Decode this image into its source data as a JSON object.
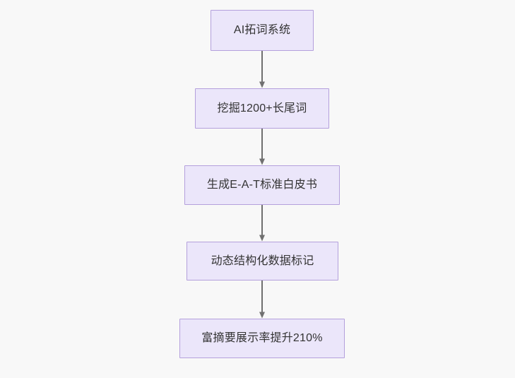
{
  "diagram": {
    "type": "flowchart",
    "direction": "top-to-bottom",
    "background_color": "#f8f8f8",
    "node_fill_color": "#ebe6fa",
    "node_border_color": "#b4a0dc",
    "node_text_color": "#333333",
    "edge_color": "#707070",
    "nodes": [
      {
        "id": "node-0",
        "label": "AI拓词系统"
      },
      {
        "id": "node-1",
        "label": "挖掘1200+长尾词"
      },
      {
        "id": "node-2",
        "label": "生成E-A-T标准白皮书"
      },
      {
        "id": "node-3",
        "label": "动态结构化数据标记"
      },
      {
        "id": "node-4",
        "label": "富摘要展示率提升210%"
      }
    ],
    "edges": [
      {
        "id": "edge-0",
        "from": "node-0",
        "to": "node-1",
        "arrow": "arrowhead-down"
      },
      {
        "id": "edge-1",
        "from": "node-1",
        "to": "node-2",
        "arrow": "arrowhead-down"
      },
      {
        "id": "edge-2",
        "from": "node-2",
        "to": "node-3",
        "arrow": "arrowhead-down"
      },
      {
        "id": "edge-3",
        "from": "node-3",
        "to": "node-4",
        "arrow": "arrowhead-down"
      }
    ]
  }
}
